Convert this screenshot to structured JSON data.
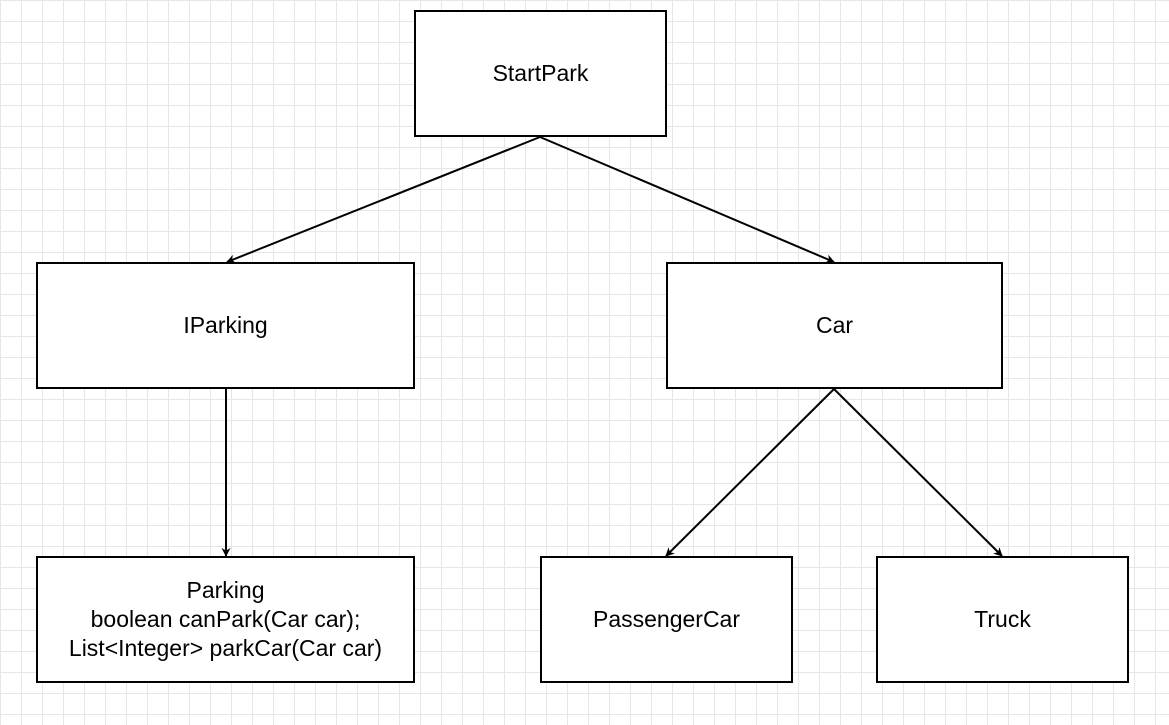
{
  "diagram": {
    "nodes": {
      "startpark": {
        "lines": [
          "StartPark"
        ]
      },
      "iparking": {
        "lines": [
          "IParking"
        ]
      },
      "car": {
        "lines": [
          "Car"
        ]
      },
      "parking": {
        "lines": [
          "Parking",
          "boolean canPark(Car car);",
          "List<Integer> parkCar(Car car)"
        ]
      },
      "passengercar": {
        "lines": [
          "PassengerCar"
        ]
      },
      "truck": {
        "lines": [
          "Truck"
        ]
      }
    },
    "edges": [
      {
        "from": "startpark",
        "to": "iparking"
      },
      {
        "from": "startpark",
        "to": "car"
      },
      {
        "from": "iparking",
        "to": "parking"
      },
      {
        "from": "car",
        "to": "passengercar"
      },
      {
        "from": "car",
        "to": "truck"
      }
    ],
    "colors": {
      "stroke": "#000000",
      "background": "#ffffff",
      "grid": "#e6e6e6"
    }
  }
}
